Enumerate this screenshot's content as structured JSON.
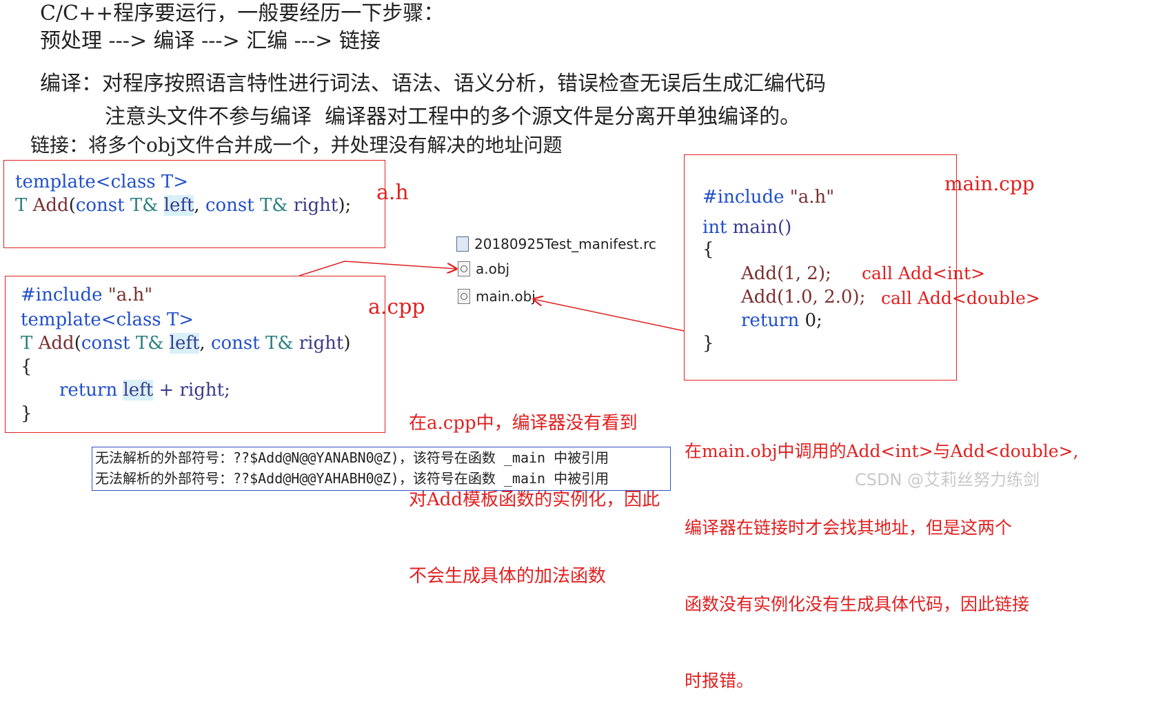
{
  "intro": {
    "line1": "C/C++程序要运行，一般要经历一下步骤：",
    "line2": "预处理 ---> 编译 ---> 汇编 ---> 链接",
    "compile": "编译：对程序按照语言特性进行词法、语法、语义分析，错误检查无误后生成汇编代码",
    "note": "注意头文件不参与编译  编译器对工程中的多个源文件是分离开单独编译的。",
    "link": "链接：将多个obj文件合并成一个，并处理没有解决的地址问题"
  },
  "a_h": {
    "label": "a.h",
    "line1": {
      "template": "template",
      "class_open": "<class T>"
    },
    "line2": {
      "T": "T",
      "add": "Add",
      "p1": "(",
      "const1": "const",
      "T1": "T&",
      "left": "left",
      "comma": ",",
      "const2": "const",
      "T2": "T&",
      "right": "right",
      "end": ");"
    }
  },
  "a_cpp": {
    "label": "a.cpp",
    "include": "#include",
    "include_file": "\"a.h\"",
    "template": "template",
    "class_open": "<class T>",
    "sig": {
      "T": "T",
      "add": "Add",
      "p1": "(",
      "const1": "const",
      "T1": "T&",
      "left": "left",
      "comma": ",",
      "const2": "const",
      "T2": "T&",
      "right": "right",
      "end": ")"
    },
    "brace_open": "{",
    "ret": "return",
    "ret_left": "left",
    "ret_rest": " + right;",
    "brace_close": "}"
  },
  "main_cpp": {
    "label": "main.cpp",
    "include": "#include",
    "include_file": "\"a.h\"",
    "int": "int",
    "main": "main()",
    "brace_open": "{",
    "call1": "Add(1, 2);",
    "call1_note": "call Add<int>",
    "call2": "Add(1.0, 2.0);",
    "call2_note": "call Add<double>",
    "ret": "return",
    "ret_val": "0;",
    "brace_close": "}"
  },
  "files": [
    {
      "name": "20180925Test_manifest.rc",
      "icon": "rc-file-icon"
    },
    {
      "name": "a.obj",
      "icon": "obj-file-icon"
    },
    {
      "name": "main.obj",
      "icon": "obj-file-icon"
    }
  ],
  "notes": {
    "a_cpp_note": [
      "在a.cpp中，编译器没有看到",
      "对Add模板函数的实例化，因此",
      "不会生成具体的加法函数"
    ],
    "main_note": [
      "在main.obj中调用的Add<int>与Add<double>,",
      "编译器在链接时才会找其地址，但是这两个",
      "函数没有实例化没有生成具体代码，因此链接",
      "时报错。"
    ]
  },
  "errors": [
    "无法解析的外部符号：??$Add@N@@YANABN0@Z)，该符号在函数 _main 中被引用",
    "无法解析的外部符号：??$Add@H@@YAHABH0@Z)，该符号在函数 _main 中被引用"
  ],
  "watermark": "CSDN @艾莉丝努力练剑",
  "colors": {
    "annotation": "#e02020",
    "keyword": "#1f4fc9",
    "error_border": "#3050c0"
  }
}
